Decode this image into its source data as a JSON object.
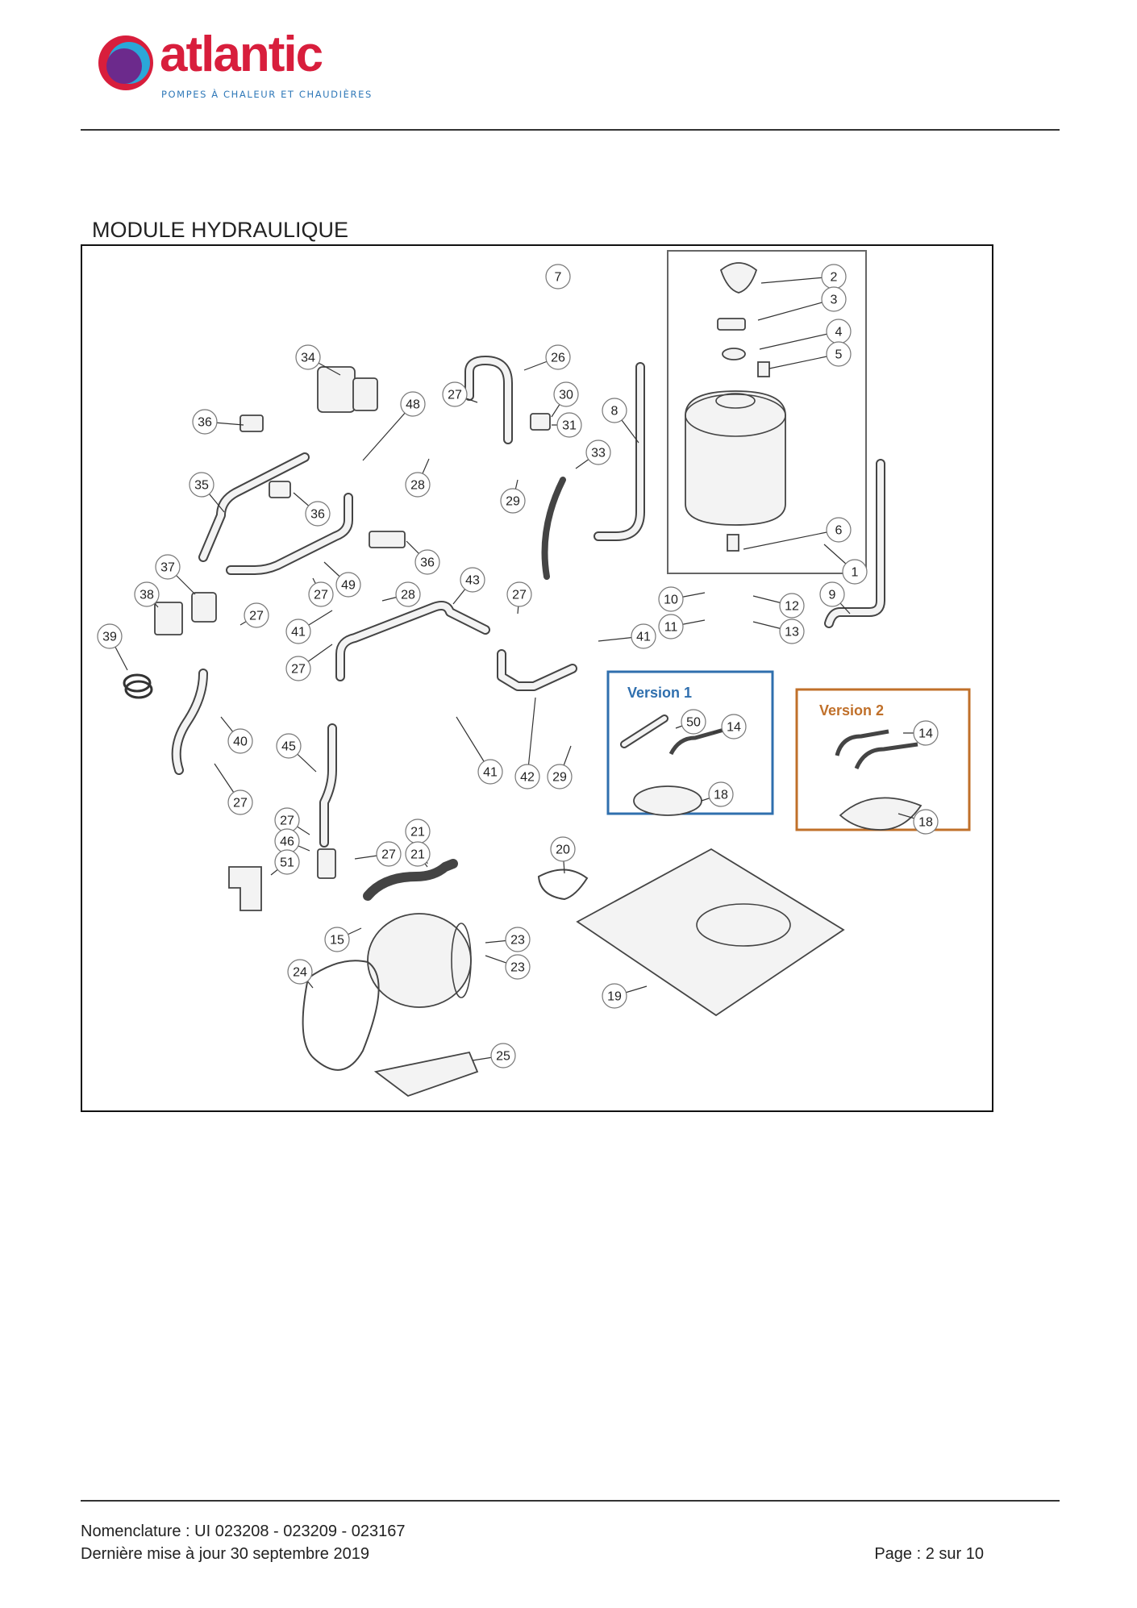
{
  "brand": {
    "name": "atlantic",
    "tagline": "POMPES À CHALEUR ET CHAUDIÈRES",
    "colors": {
      "red": "#d81e3c",
      "blue": "#2f78b8",
      "purple": "#6c2a8c",
      "cyan": "#2aa7d8"
    }
  },
  "section": {
    "title": "MODULE HYDRAULIQUE"
  },
  "diagram": {
    "callouts": [
      "1",
      "2",
      "3",
      "4",
      "5",
      "6",
      "7",
      "8",
      "9",
      "10",
      "11",
      "12",
      "13",
      "14",
      "15",
      "18",
      "19",
      "20",
      "21",
      "23",
      "24",
      "25",
      "26",
      "27",
      "28",
      "29",
      "30",
      "31",
      "33",
      "34",
      "35",
      "36",
      "37",
      "38",
      "39",
      "40",
      "41",
      "42",
      "43",
      "45",
      "46",
      "48",
      "49",
      "50",
      "51"
    ],
    "version1": {
      "label": "Version 1",
      "color": "#2f6fae"
    },
    "version2": {
      "label": "Version 2",
      "color": "#c0702a"
    }
  },
  "footer": {
    "nomenclature": "Nomenclature : UI 023208 - 023209 - 023167",
    "last_update": "Dernière mise à jour 30 septembre 2019",
    "page": "Page : 2 sur 10"
  }
}
